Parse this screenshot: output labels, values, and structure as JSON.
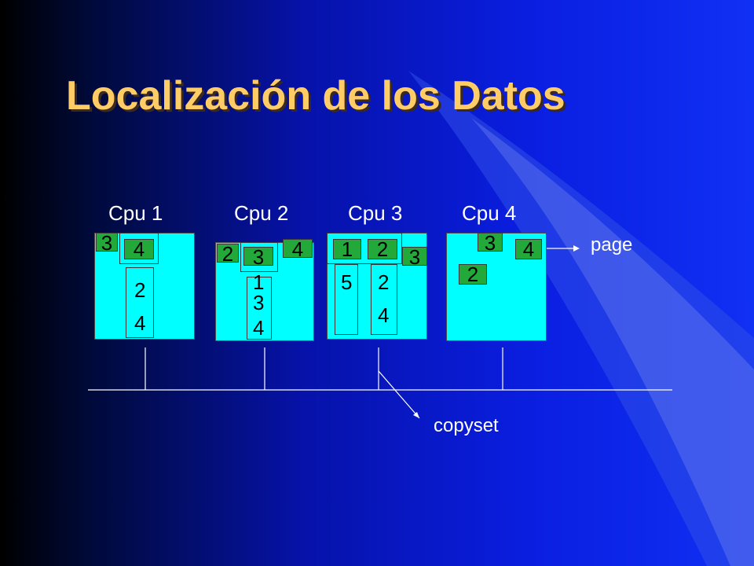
{
  "slide": {
    "title": "Localización de los Datos"
  },
  "cpus": [
    {
      "label": "Cpu 1"
    },
    {
      "label": "Cpu 2"
    },
    {
      "label": "Cpu 3"
    },
    {
      "label": "Cpu 4"
    }
  ],
  "cpu1": {
    "tag_a": "3",
    "tag_b": "4",
    "col_top": "2",
    "col_bottom": "4"
  },
  "cpu2": {
    "tag_a": "2",
    "tag_b": "3",
    "tag_c": "4",
    "col_1": "1",
    "col_2": "3",
    "col_3": "4"
  },
  "cpu3": {
    "tag_a": "1",
    "tag_b": "2",
    "tag_c": "3",
    "col_a": "5",
    "col_b_top": "2",
    "col_b_bottom": "4"
  },
  "cpu4": {
    "tag_a": "3",
    "tag_b": "4",
    "tag_c": "2"
  },
  "annotations": {
    "page": "page",
    "copyset": "copyset"
  },
  "colors": {
    "title": "#ffcc66",
    "panel": "#00ffff",
    "tag": "#22a93a",
    "line": "#ffffff"
  }
}
